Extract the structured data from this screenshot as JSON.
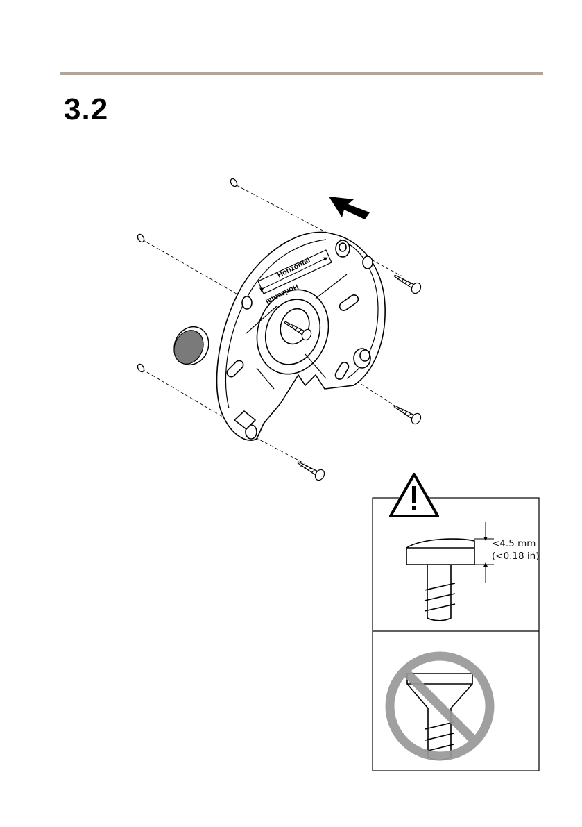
{
  "section": {
    "number": "3.2"
  },
  "figure": {
    "plate_label_top": "Horizontal",
    "plate_label_bottom": "Horizontal"
  },
  "caution": {
    "icon": "warning-triangle-icon",
    "max_head_height_mm": "<4.5 mm",
    "max_head_height_in": "(<0.18 in)",
    "prohibited_icon": "no-countersunk-screw-icon"
  },
  "colors": {
    "rule": "#b4a596",
    "prohibit": "#999999",
    "sticker": "#7a7a7a"
  }
}
